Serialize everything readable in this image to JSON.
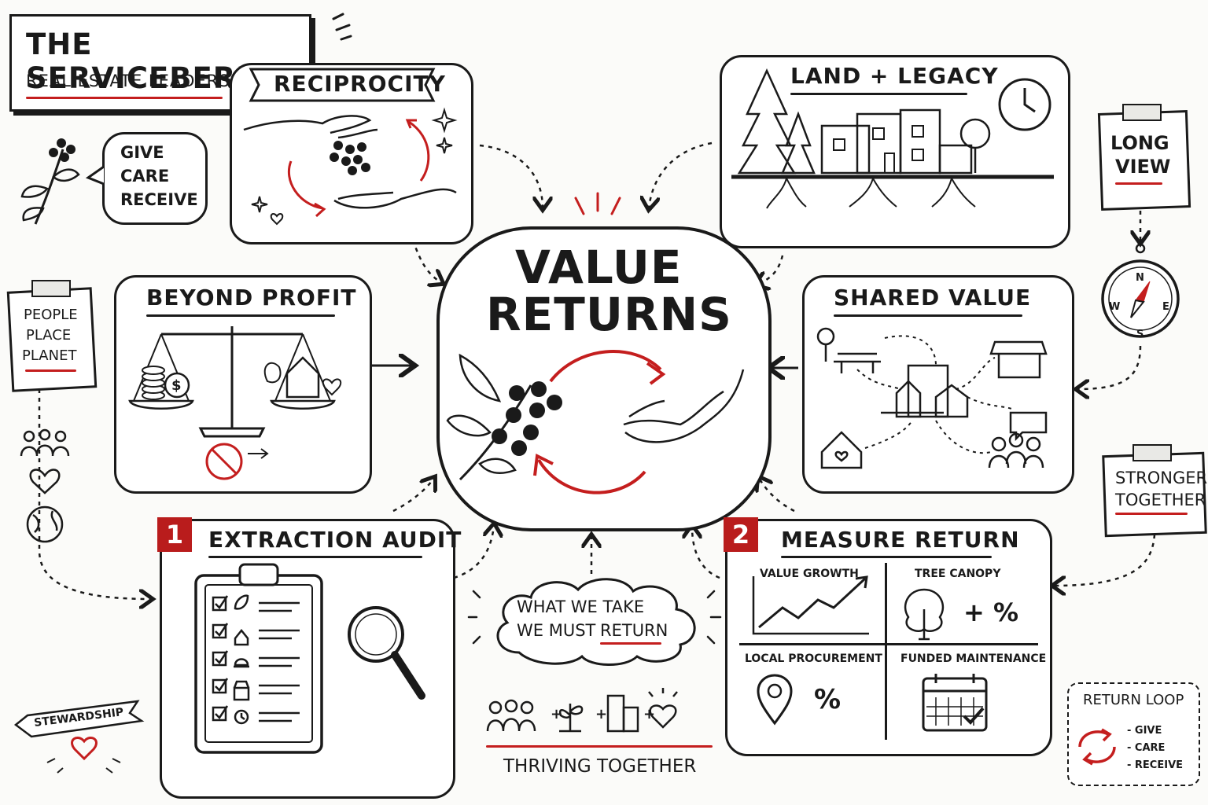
{
  "header": {
    "title": "THE SERVICEBERRY",
    "subtitle": "REAL ESTATE LEADERS"
  },
  "give_bubble": [
    "GIVE",
    "CARE",
    "RECEIVE"
  ],
  "reciprocity": {
    "title": "RECIPROCITY"
  },
  "land_legacy": {
    "title": "LAND + LEGACY"
  },
  "long_view": {
    "text": [
      "LONG",
      "VIEW"
    ]
  },
  "compass": {
    "n": "N",
    "e": "E",
    "s": "S",
    "w": "W"
  },
  "center": {
    "line1": "VALUE",
    "line2": "RETURNS"
  },
  "beyond_profit": {
    "title": "BEYOND PROFIT"
  },
  "people_place": {
    "text": [
      "PEOPLE",
      "PLACE",
      "PLANET"
    ]
  },
  "shared_value": {
    "title": "SHARED VALUE"
  },
  "stronger": {
    "text": [
      "STRONGER",
      "TOGETHER"
    ]
  },
  "extraction": {
    "badge": "1",
    "title": "EXTRACTION AUDIT"
  },
  "measure": {
    "badge": "2",
    "title": "MEASURE RETURN",
    "metrics": {
      "value_growth": "VALUE GROWTH",
      "tree_canopy": "TREE CANOPY",
      "tree_value": "+ %",
      "local": "LOCAL PROCUREMENT",
      "local_value": "%",
      "funded": "FUNDED MAINTENANCE"
    }
  },
  "cloud": {
    "line1": "WHAT WE TAKE",
    "line2a": "WE MUST",
    "line2b": "RETURN"
  },
  "thriving": {
    "text": "THRIVING TOGETHER",
    "plus": "+"
  },
  "stewardship": {
    "text": "STEWARDSHIP"
  },
  "return_loop": {
    "title": "RETURN LOOP",
    "items": [
      "- GIVE",
      "- CARE",
      "- RECEIVE"
    ]
  },
  "colors": {
    "accent": "#c41e1e",
    "ink": "#1a1a1a",
    "paper": "#fbfbf9"
  }
}
